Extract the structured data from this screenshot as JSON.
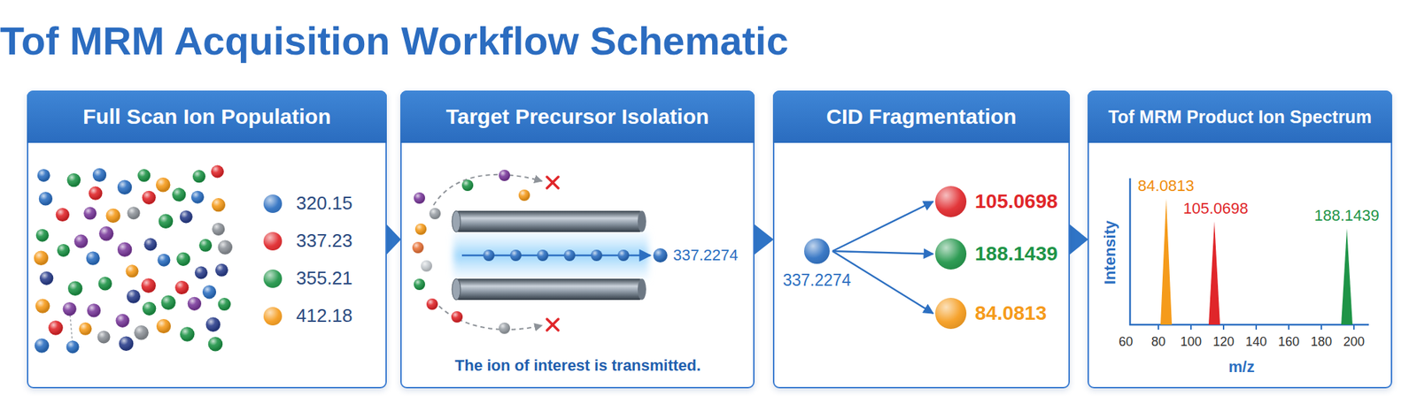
{
  "diagram": {
    "title": "Tof MRM Acquisition Workflow Schematic",
    "nodes": [
      {
        "text": [
          "Full Scan Ion Population"
        ]
      },
      {
        "text": [
          "Target Precursor Isolation"
        ]
      },
      {
        "text": [
          "CID Fragmentation"
        ]
      },
      {
        "text": [
          "Tof MRM Product Ion Spectrum"
        ]
      },
      {
        "text": [
          "337.2274"
        ],
        "in": 2
      },
      {
        "text": [
          "105.0698"
        ],
        "in": 2
      },
      {
        "text": [
          "188.1439"
        ],
        "in": 2
      },
      {
        "text": [
          "84.0813"
        ],
        "in": 2
      }
    ],
    "edges": [
      {
        "from": 0,
        "to": 1,
        "arrow": "to"
      },
      {
        "from": 1,
        "to": 2,
        "arrow": "to"
      },
      {
        "from": 2,
        "to": 3,
        "arrow": "to"
      },
      {
        "from": 4,
        "to": 5,
        "arrow": "to"
      },
      {
        "from": 4,
        "to": 6,
        "arrow": "to"
      },
      {
        "from": 4,
        "to": 7,
        "arrow": "to"
      }
    ],
    "labels": [
      "337.2274",
      "The ion of interest is transmitted.",
      "Intensity",
      "m/z",
      "60",
      "80",
      "100",
      "120",
      "140",
      "160",
      "180",
      "200",
      "84.0813",
      "105.0698",
      "188.1439"
    ],
    "legend": [
      {
        "text": "320.15",
        "color": "#2c6fc1"
      },
      {
        "text": "337.23",
        "color": "#e0262a"
      },
      {
        "text": "355.21",
        "color": "#1e9447"
      },
      {
        "text": "412.18",
        "color": "#f59b1b"
      }
    ]
  }
}
